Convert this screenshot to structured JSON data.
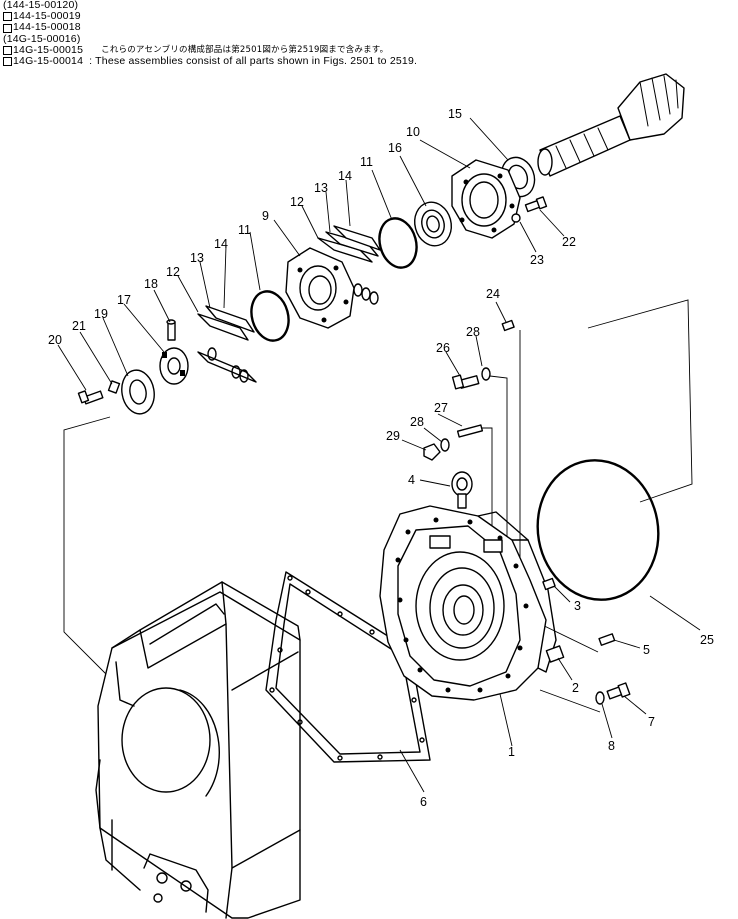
{
  "header": {
    "lines": [
      {
        "box": false,
        "code": "(144-15-00120)",
        "text": ""
      },
      {
        "box": true,
        "code": "144-15-00019",
        "text": ""
      },
      {
        "box": true,
        "code": "144-15-00018",
        "text": ""
      },
      {
        "box": false,
        "code": "(14G-15-00016)",
        "text": ""
      },
      {
        "box": true,
        "code": "14G-15-00015",
        "text": "これらのアセンブリの構成部品は第2501図から第2519図まで含みます。"
      },
      {
        "box": true,
        "code": "14G-15-00014",
        "text": ": These assemblies consist of all parts shown in Figs. 2501 to 2519."
      }
    ]
  },
  "callouts": [
    "1",
    "2",
    "3",
    "4",
    "5",
    "6",
    "7",
    "8",
    "9",
    "10",
    "11",
    "11",
    "12",
    "12",
    "13",
    "13",
    "14",
    "14",
    "15",
    "16",
    "17",
    "18",
    "19",
    "20",
    "21",
    "22",
    "23",
    "24",
    "25",
    "26",
    "27",
    "28",
    "28",
    "29"
  ]
}
